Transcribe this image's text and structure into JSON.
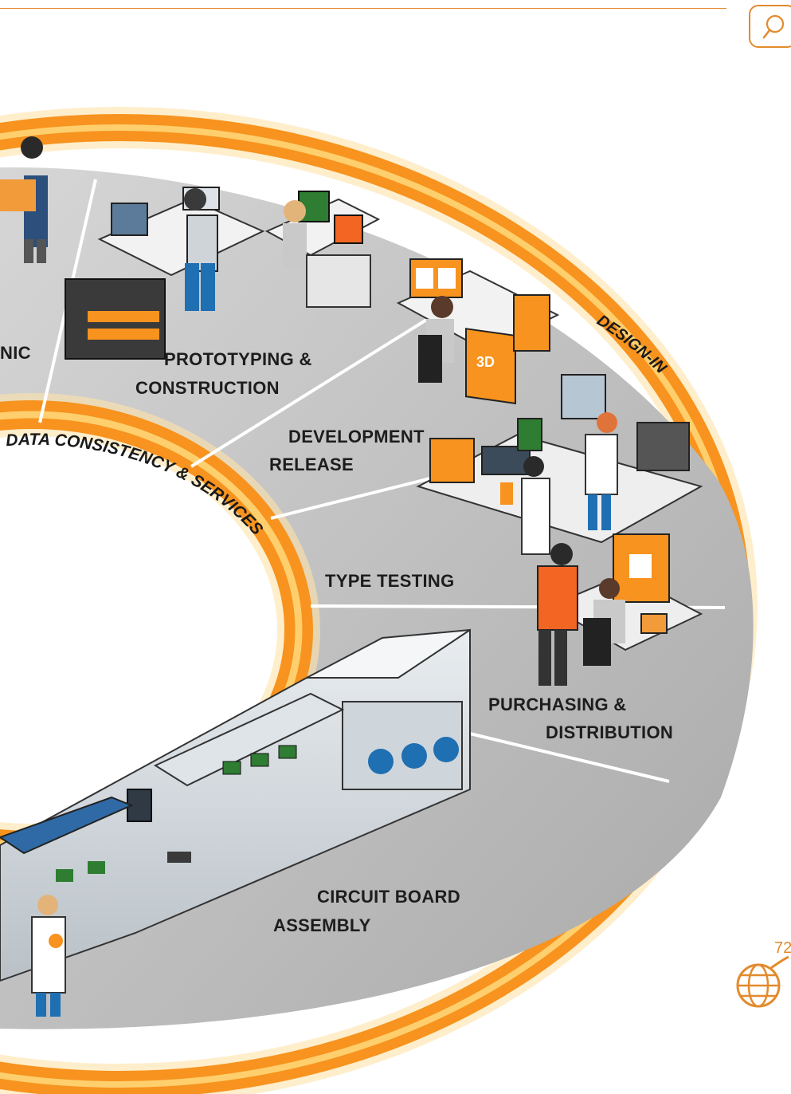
{
  "labels": {
    "schematic_partial": "NIC",
    "prototyping_line1": "PROTOTYPING &",
    "prototyping_line2": "CONSTRUCTION",
    "development_line1": "DEVELOPMENT",
    "development_line2": "RELEASE",
    "type_testing": "TYPE TESTING",
    "purchasing_line1": "PURCHASING &",
    "purchasing_line2": "DISTRIBUTION",
    "circuit_line1": "CIRCUIT BOARD",
    "circuit_line2": "ASSEMBLY"
  },
  "rings": {
    "inner": "DATA CONSISTENCY & SERVICES",
    "outer": "DESIGN-IN"
  },
  "monitor_text": "3D",
  "page_number": "72",
  "colors": {
    "accent": "#e38a2c",
    "ring_orange": "#f7931e",
    "floor_gray": "#c8c8c8"
  },
  "icons": {
    "search": "search-icon",
    "globe": "globe-icon"
  }
}
